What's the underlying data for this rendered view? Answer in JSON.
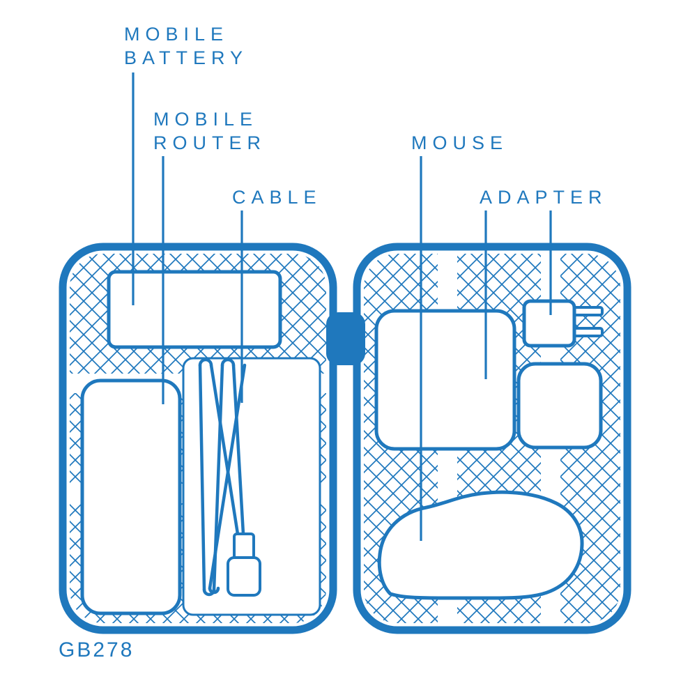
{
  "colors": {
    "line": "#1f78bd",
    "background": "#ffffff"
  },
  "labels": {
    "mobile_battery_line1": "MOBILE",
    "mobile_battery_line2": "BATTERY",
    "mobile_router_line1": "MOBILE",
    "mobile_router_line2": "ROUTER",
    "cable": "CABLE",
    "mouse": "MOUSE",
    "adapter": "ADAPTER"
  },
  "model_number": "GB278"
}
